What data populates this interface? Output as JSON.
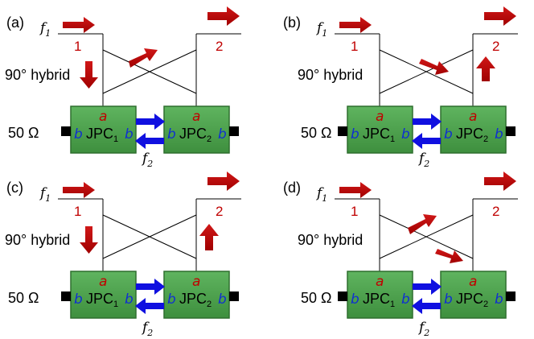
{
  "panels": [
    {
      "tag": "(a)",
      "in_port": "1",
      "out_port": "2",
      "hybrid": "90° hybrid",
      "load": "50 Ω",
      "signal_symbol": "f",
      "signal_index_in": "1",
      "pump_symbol": "f",
      "pump_index": "2",
      "box_top_mode": "a",
      "box_side_mode": "b",
      "jpc1_name": "JPC",
      "jpc1_index": "1",
      "jpc2_name": "JPC",
      "jpc2_index": "2"
    },
    {
      "tag": "(b)",
      "in_port": "1",
      "out_port": "2",
      "hybrid": "90° hybrid",
      "load": "50 Ω",
      "signal_symbol": "f",
      "signal_index_in": "1",
      "pump_symbol": "f",
      "pump_index": "2",
      "box_top_mode": "a",
      "box_side_mode": "b",
      "jpc1_name": "JPC",
      "jpc1_index": "1",
      "jpc2_name": "JPC",
      "jpc2_index": "2"
    },
    {
      "tag": "(c)",
      "in_port": "1",
      "out_port": "2",
      "hybrid": "90° hybrid",
      "load": "50 Ω",
      "signal_symbol": "f",
      "signal_index_in": "1",
      "pump_symbol": "f",
      "pump_index": "2",
      "box_top_mode": "a",
      "box_side_mode": "b",
      "jpc1_name": "JPC",
      "jpc1_index": "1",
      "jpc2_name": "JPC",
      "jpc2_index": "2"
    },
    {
      "tag": "(d)",
      "in_port": "1",
      "out_port": "2",
      "hybrid": "90° hybrid",
      "load": "50 Ω",
      "signal_symbol": "f",
      "signal_index_in": "1",
      "pump_symbol": "f",
      "pump_index": "2",
      "box_top_mode": "a",
      "box_side_mode": "b",
      "jpc1_name": "JPC",
      "jpc1_index": "1",
      "jpc2_name": "JPC",
      "jpc2_index": "2"
    }
  ],
  "colors": {
    "signal_arrow": "#c00000",
    "pump_arrow": "#1010e0",
    "jpc_fill": "#4ca14c",
    "jpc_border": "#2f6f2f",
    "mode_a": "#c00000",
    "mode_b": "#1030d0",
    "line": "#000000",
    "load": "#000000"
  }
}
